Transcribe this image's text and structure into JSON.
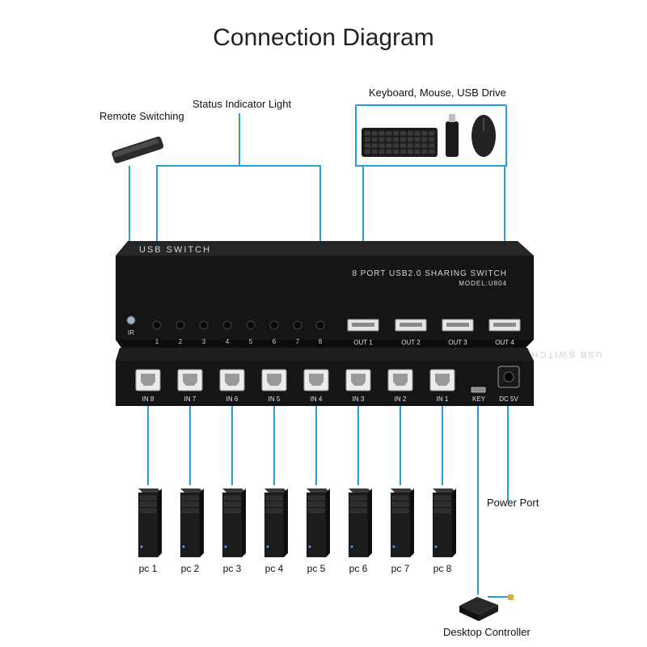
{
  "title": "Connection Diagram",
  "labels": {
    "remote": "Remote Switching",
    "status": "Status Indicator Light",
    "peripherals": "Keyboard, Mouse, USB Drive",
    "power": "Power Port",
    "desktop": "Desktop Controller"
  },
  "device": {
    "top_brand": "USB SWITCH",
    "top_model": "8 PORT USB2.0 SHARING SWITCH",
    "model_line": "MODEL:U804",
    "ir_label": "IR",
    "led_labels": [
      "1",
      "2",
      "3",
      "4",
      "5",
      "6",
      "7",
      "8"
    ],
    "out_ports": [
      "OUT 1",
      "OUT 2",
      "OUT 3",
      "OUT 4"
    ],
    "back_brand": "USB SWITCH",
    "in_ports": [
      "IN 8",
      "IN 7",
      "IN 6",
      "IN 5",
      "IN 4",
      "IN 3",
      "IN 2",
      "IN 1"
    ],
    "key_label": "KEY",
    "dc_label": "DC 5V"
  },
  "pcs": [
    "pc 1",
    "pc 2",
    "pc 3",
    "pc 4",
    "pc 5",
    "pc 6",
    "pc 7",
    "pc 8"
  ],
  "colors": {
    "line": "#2a9fd6",
    "device": "#151515",
    "text": "#111111"
  }
}
